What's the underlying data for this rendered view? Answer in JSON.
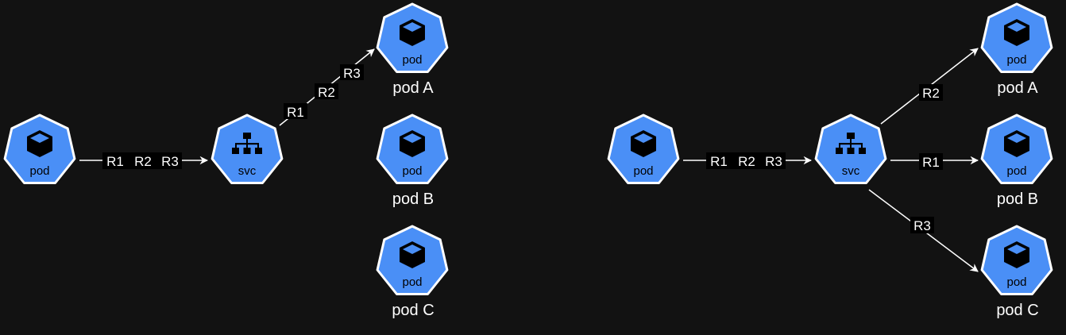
{
  "colors": {
    "background": "#121212",
    "node_fill": "#4a8ff6",
    "node_stroke": "#ffffff",
    "edge": "#ffffff",
    "edge_label_bg": "#000000",
    "text": "#ffffff"
  },
  "left": {
    "source": {
      "label": "pod",
      "icon": "cube-icon"
    },
    "service": {
      "label": "svc",
      "icon": "network-icon"
    },
    "pods": [
      {
        "label": "pod",
        "name": "pod A",
        "icon": "cube-icon"
      },
      {
        "label": "pod",
        "name": "pod B",
        "icon": "cube-icon"
      },
      {
        "label": "pod",
        "name": "pod C",
        "icon": "cube-icon"
      }
    ],
    "edge_in_labels": [
      "R1",
      "R2",
      "R3"
    ],
    "edge_out_labels": [
      "R1",
      "R2",
      "R3"
    ]
  },
  "right": {
    "source": {
      "label": "pod",
      "icon": "cube-icon"
    },
    "service": {
      "label": "svc",
      "icon": "network-icon"
    },
    "pods": [
      {
        "label": "pod",
        "name": "pod A",
        "icon": "cube-icon"
      },
      {
        "label": "pod",
        "name": "pod B",
        "icon": "cube-icon"
      },
      {
        "label": "pod",
        "name": "pod C",
        "icon": "cube-icon"
      }
    ],
    "edge_in_labels": [
      "R1",
      "R2",
      "R3"
    ],
    "edge_a_label": "R2",
    "edge_b_label": "R1",
    "edge_c_label": "R3"
  }
}
